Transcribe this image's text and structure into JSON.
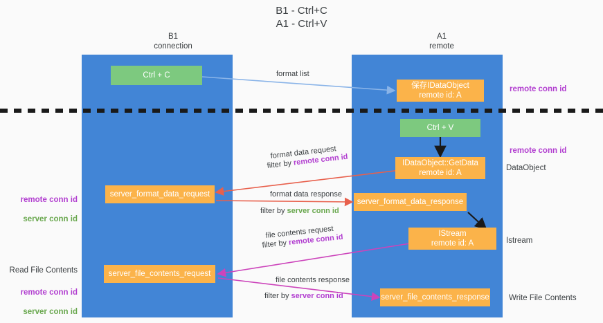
{
  "title": "B1 - Ctrl+C\nA1 - Ctrl+V",
  "columns": {
    "left": "B1\nconnection",
    "right": "A1\nremote"
  },
  "nodes": {
    "ctrl_c": "Ctrl + C",
    "save_idataobject": "保存IDataObject\nremote id: A",
    "ctrl_v": "Ctrl + V",
    "getdata": "IDataObject::GetData\nremote id: A",
    "server_format_data_request": "server_format_data_request",
    "server_format_data_response": "server_format_data_response",
    "istream": "IStream\nremote id: A",
    "server_file_contents_request": "server_file_contents_request",
    "server_file_contents_response": "server_file_contents_response"
  },
  "edges": {
    "format_list": "format list",
    "format_data_request": "format data request",
    "format_data_request_filter_prefix": "filter by ",
    "format_data_request_filter_key": "remote conn id",
    "format_data_response": "format data response",
    "format_data_response_filter_prefix": "filter by ",
    "format_data_response_filter_key": "server conn id",
    "file_contents_request": "file contents request",
    "file_contents_request_filter_prefix": "filter by ",
    "file_contents_request_filter_key": "remote conn id",
    "file_contents_response": "file contents response",
    "file_contents_response_filter_prefix": "filter by ",
    "file_contents_response_filter_key": "server conn id"
  },
  "annotations": {
    "right_remote_conn_id_top": "remote conn id",
    "right_remote_conn_id_mid": "remote conn id",
    "right_dataobject": "DataObject",
    "right_istream": "Istream",
    "right_write_file_contents": "Write File Contents",
    "left_conn_ids_mid": "remote conn id\nserver conn id",
    "left_read_file_contents": "Read File Contents",
    "left_conn_ids_bottom": "remote conn id\nserver conn id"
  },
  "colors": {
    "lane": "#4285d6",
    "green_node": "#7dc97f",
    "orange_node": "#fbb34a",
    "purple": "#b23fd0",
    "green_text": "#6aa84f",
    "red_arrow": "#e8604c",
    "magenta_arrow": "#cc44bb",
    "blue_arrow": "#8ab4e8",
    "black_arrow": "#1a1a1a",
    "background": "#fafafa"
  }
}
